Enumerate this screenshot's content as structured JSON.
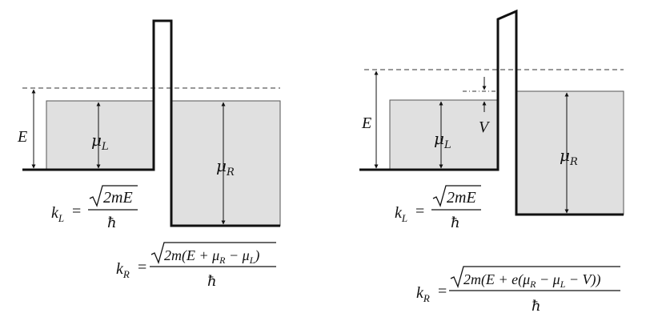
{
  "left_panel": {
    "energy_label": "E",
    "mu_left_label": "μ",
    "mu_left_sub": "L",
    "mu_right_label": "μ",
    "mu_right_sub": "R",
    "kL": {
      "lhs": "k",
      "lhs_sub": "L",
      "eq": "=",
      "num": "2mE",
      "den": "ħ"
    },
    "kR": {
      "lhs": "k",
      "lhs_sub": "R",
      "eq": "=",
      "num": "2m(E + μ",
      "num_r": "R",
      "num_mid": " − μ",
      "num_l": "L",
      "num_end": ")",
      "den": "ħ"
    }
  },
  "right_panel": {
    "energy_label": "E",
    "bias_label": "V",
    "mu_left_label": "μ",
    "mu_left_sub": "L",
    "mu_right_label": "μ",
    "mu_right_sub": "R",
    "kL": {
      "lhs": "k",
      "lhs_sub": "L",
      "eq": "=",
      "num": "2mE",
      "den": "ħ"
    },
    "kR": {
      "lhs": "k",
      "lhs_sub": "R",
      "eq": "=",
      "num": "2m(E + e(μ",
      "num_r": "R",
      "num_mid": " − μ",
      "num_l": "L",
      "num_end": " − V))",
      "den": "ħ"
    }
  },
  "colors": {
    "well_fill": "#e0e0e0",
    "line": "#111111",
    "dashed": "#333333"
  }
}
